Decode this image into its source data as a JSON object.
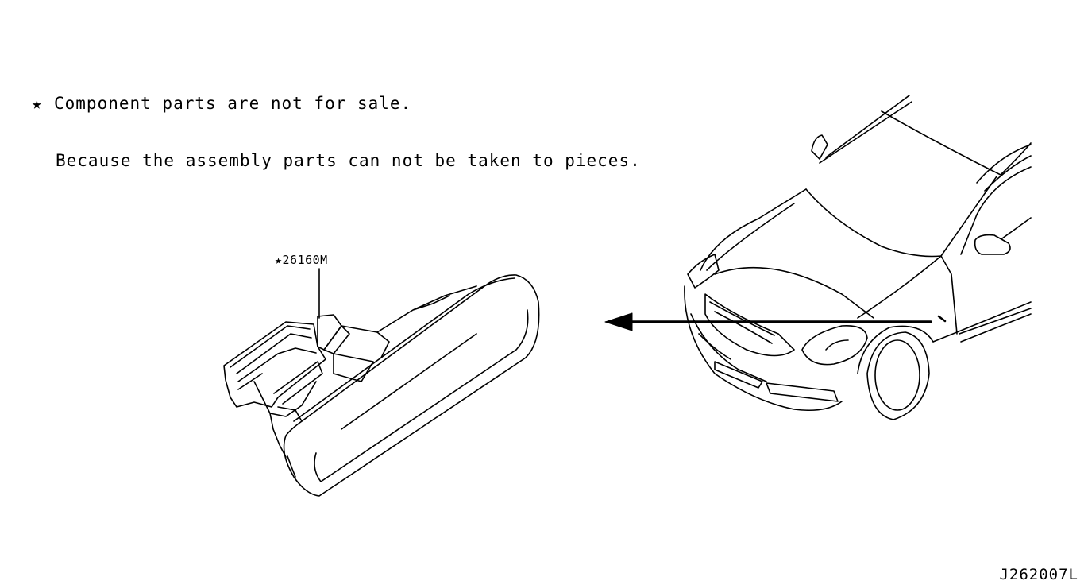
{
  "note": {
    "marker": "★",
    "line1": "Component parts are not for sale.",
    "line2": "Because the assembly parts can not be taken to pieces."
  },
  "callout": {
    "marker": "★",
    "part_number": "26160M"
  },
  "figure_code": "J262007L",
  "colors": {
    "line": "#000000",
    "background": "#ffffff"
  }
}
